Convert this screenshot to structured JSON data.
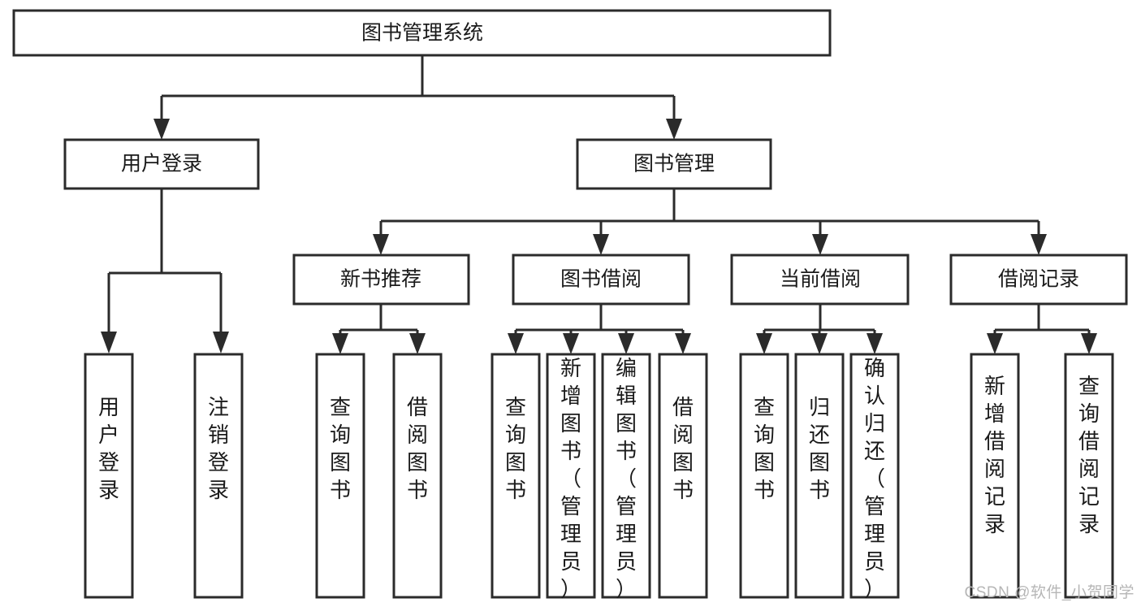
{
  "diagram": {
    "title": "图书管理系统",
    "type": "tree",
    "watermark": "CSDN @软件_小贺同学",
    "colors": {
      "background": "#ffffff",
      "box_fill": "#ffffff",
      "box_stroke": "#2b2b2b",
      "text": "#1a1a1a",
      "watermark": "#b6b6b6"
    },
    "root": {
      "label": "图书管理系统"
    },
    "level2": [
      {
        "label": "用户登录"
      },
      {
        "label": "图书管理"
      }
    ],
    "level3": [
      {
        "label": "新书推荐"
      },
      {
        "label": "图书借阅"
      },
      {
        "label": "当前借阅"
      },
      {
        "label": "借阅记录"
      }
    ],
    "leaves": {
      "user_login": [
        {
          "label": "用户登录"
        },
        {
          "label": "注销登录"
        }
      ],
      "new_book_recommend": [
        {
          "label": "查询图书"
        },
        {
          "label": "借阅图书"
        }
      ],
      "book_borrow": [
        {
          "label": "查询图书"
        },
        {
          "label": "新增图书（管理员）"
        },
        {
          "label": "编辑图书（管理员）"
        },
        {
          "label": "借阅图书"
        }
      ],
      "current_borrow": [
        {
          "label": "查询图书"
        },
        {
          "label": "归还图书"
        },
        {
          "label": "确认归还（管理员）"
        }
      ],
      "borrow_record": [
        {
          "label": "新增借阅记录"
        },
        {
          "label": "查询借阅记录"
        }
      ]
    }
  }
}
